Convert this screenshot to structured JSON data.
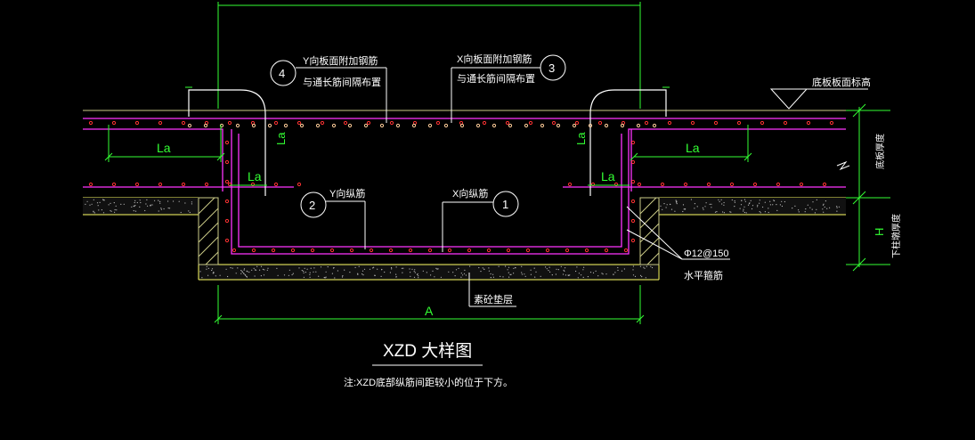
{
  "drawing": {
    "title": "XZD 大样图",
    "note": "注:XZD底部纵筋间距较小的位于下方。",
    "colors": {
      "background": "#000000",
      "rebar_main": "#ff33ff",
      "rebar_dot": "#ff3333",
      "dimension": "#33ff33",
      "slab_line": "#ffff66",
      "leader": "#ffffff",
      "label": "#ffffff",
      "fill_dots": "#cccccc"
    },
    "callouts": {
      "c1": {
        "number": "1",
        "text": "X向纵筋"
      },
      "c2": {
        "number": "2",
        "text": "Y向纵筋"
      },
      "c3": {
        "number": "3",
        "line1": "X向板面附加钢筋",
        "line2": "与通长筋间隔布置"
      },
      "c4": {
        "number": "4",
        "line1": "Y向板面附加钢筋",
        "line2": "与通长筋间隔布置"
      }
    },
    "dims": {
      "la_top_left": "La",
      "la_top_right": "La",
      "la_inner_left": "La",
      "la_inner_right": "La",
      "la_vert_left": "La",
      "la_vert_right": "La",
      "width_bottom": "A",
      "height_right": "H"
    },
    "labels": {
      "slab_top_elev": "底板板面标高",
      "slab_thickness": "底板厚度",
      "pit_depth": "下柱墩厚度",
      "horizontal_bar_spec": "Φ12@150",
      "horizontal_bar_name": "水平箍筋",
      "plain_concrete": "素砼垫层"
    }
  }
}
